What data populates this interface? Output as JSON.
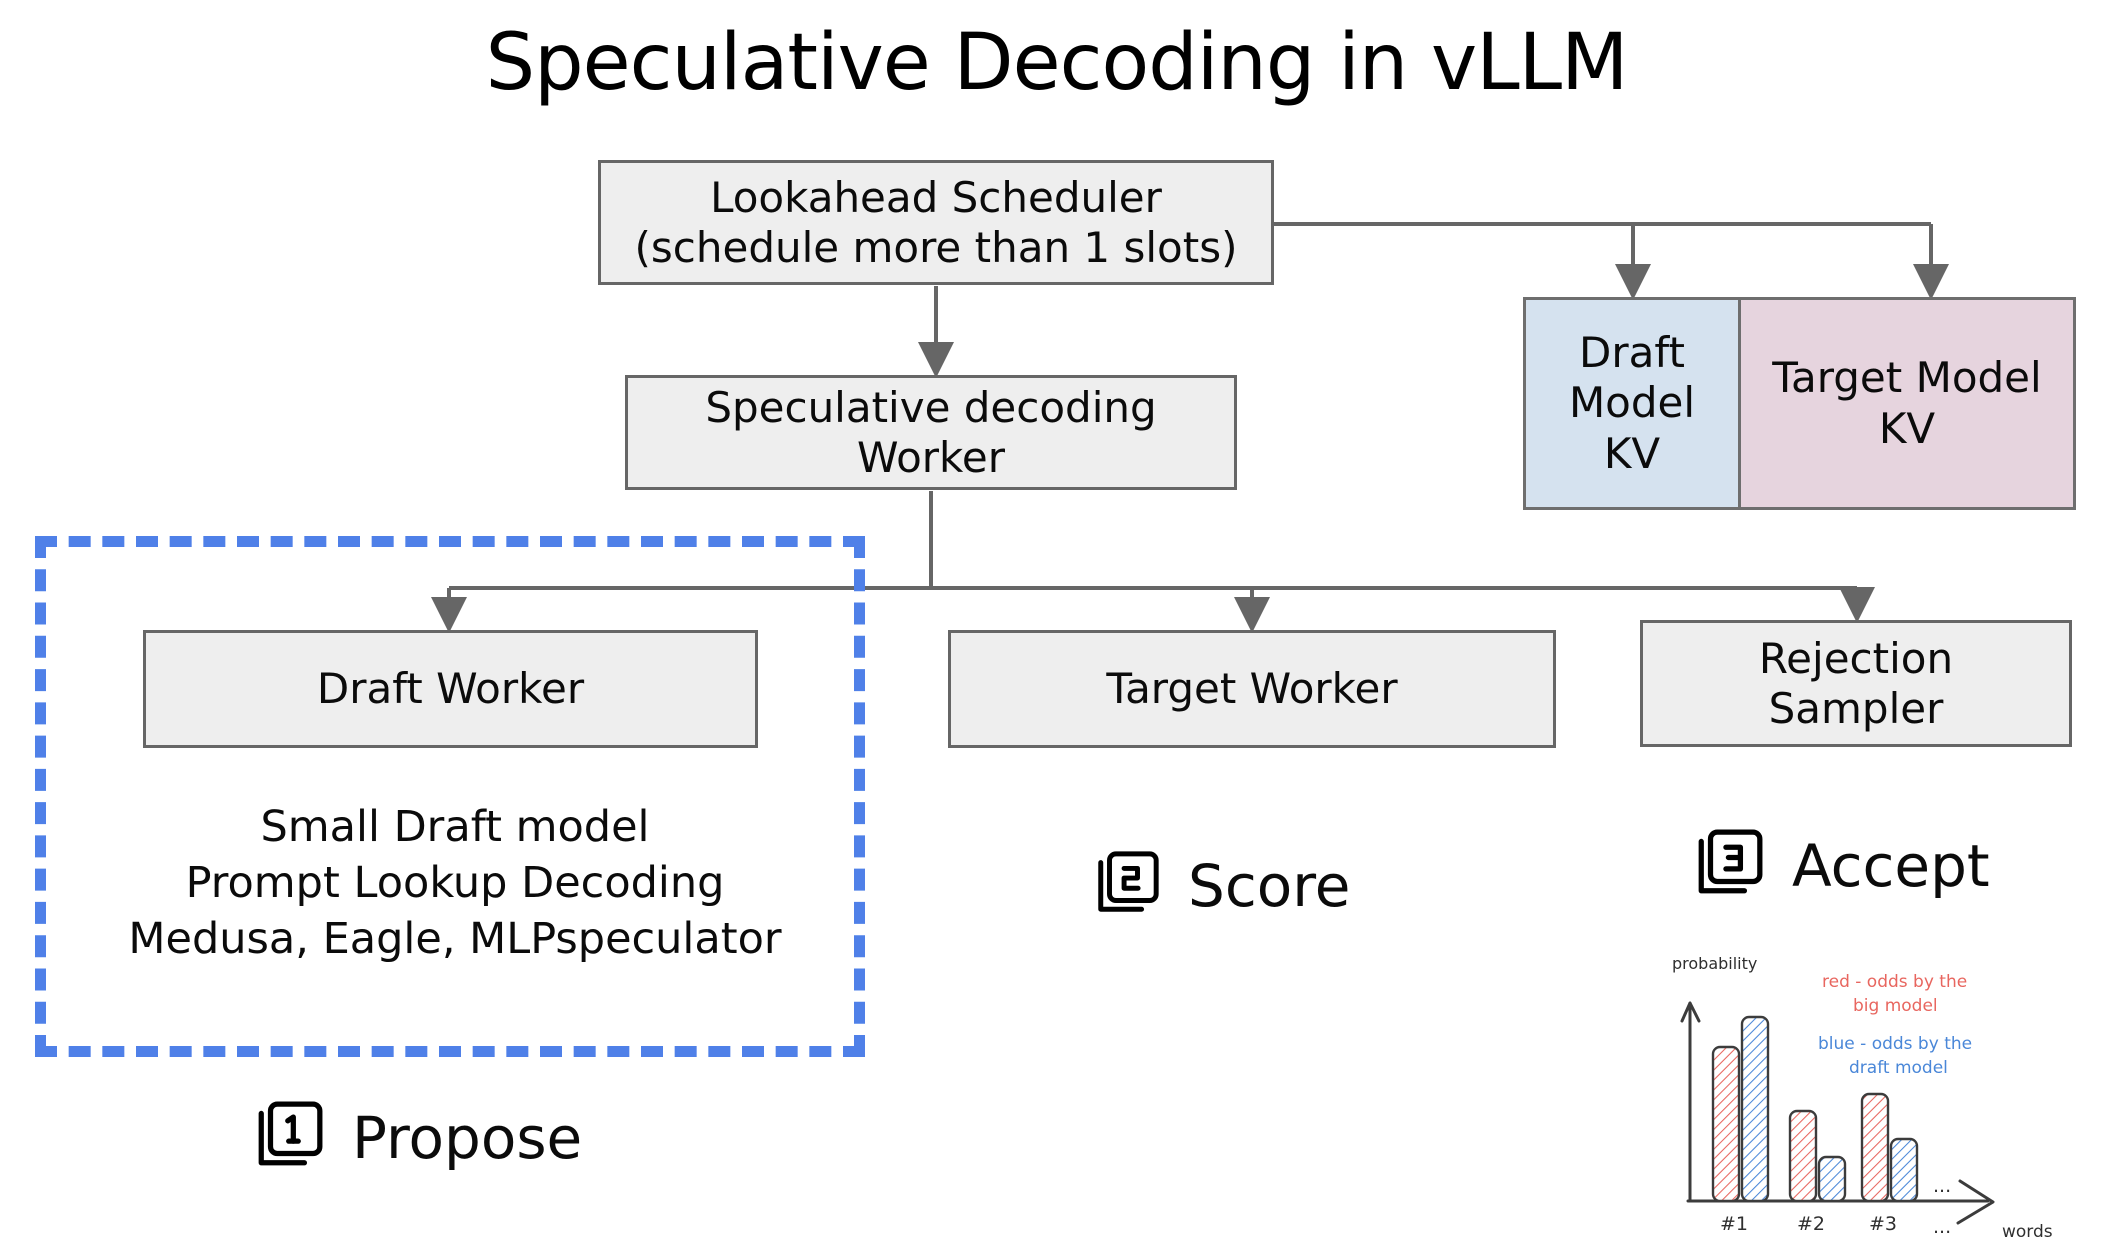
{
  "title": "Speculative Decoding in vLLM",
  "colors": {
    "box_fill": "#eeeeee",
    "box_border": "#666666",
    "draft_kv_fill": "#d5e2ef",
    "target_kv_fill": "#e6d4de",
    "dashed_highlight": "#4f80e8",
    "connector": "#555555",
    "sketch_red": "#e8665f",
    "sketch_blue": "#4a87d8",
    "sketch_ink": "#3c3c3c"
  },
  "flow": {
    "lookahead_scheduler": "Lookahead Scheduler\n(schedule more than 1 slots)",
    "speculative_worker": "Speculative decoding\nWorker",
    "draft_worker": "Draft Worker",
    "target_worker": "Target Worker",
    "rejection_sampler": "Rejection\nSampler",
    "draft_model_kv": "Draft\nModel\nKV",
    "target_model_kv": "Target Model\nKV"
  },
  "draft_details": "Small Draft model\nPrompt Lookup Decoding\nMedusa, Eagle, MLPspeculator",
  "steps": [
    {
      "number": "1",
      "label": "Propose",
      "icon": "stacked-squares-1-icon"
    },
    {
      "number": "2",
      "label": "Score",
      "icon": "stacked-squares-2-icon"
    },
    {
      "number": "3",
      "label": "Accept",
      "icon": "stacked-squares-3-icon"
    }
  ],
  "chart_data": {
    "type": "bar",
    "title": "",
    "xlabel": "words",
    "ylabel": "probability",
    "categories": [
      "#1",
      "#2",
      "#3"
    ],
    "ellipsis_above": "...",
    "ellipsis_below": "...",
    "grid": false,
    "ylim": [
      0,
      1.0
    ],
    "legend_position": "upper-right",
    "series": [
      {
        "name": "red - odds by the big model",
        "color": "#e8665f",
        "values": [
          0.72,
          0.42,
          0.5
        ]
      },
      {
        "name": "blue - odds by the draft model",
        "color": "#4a87d8",
        "values": [
          0.86,
          0.2,
          0.28
        ]
      }
    ],
    "annotations": [
      {
        "text": "red - odds by the\nbig model",
        "color": "#e8665f"
      },
      {
        "text": "blue - odds by the\ndraft model",
        "color": "#4a87d8"
      }
    ]
  }
}
